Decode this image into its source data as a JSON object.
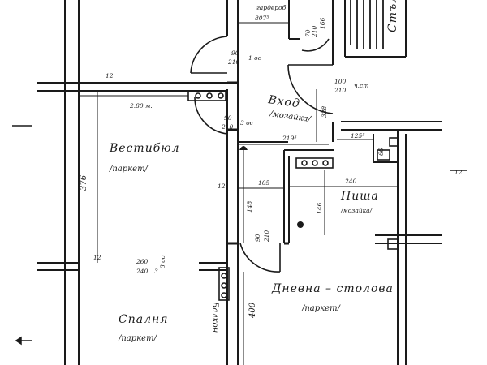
{
  "rooms": {
    "vestibule": {
      "name": "Вестибюл",
      "floor": "/паркет/"
    },
    "bedroom": {
      "name": "Спалня",
      "floor": "/паркет/"
    },
    "living": {
      "name": "Дневна – столова",
      "floor": "/паркет/"
    },
    "entrance": {
      "name": "Вход",
      "floor": "/мозайка/"
    },
    "niche": {
      "name": "Ниша",
      "floor": "/мозайка/"
    },
    "stairs": {
      "name": "Стълби"
    },
    "wardrobe": {
      "name": "гардероб"
    },
    "balcony": {
      "name": "Балкон"
    }
  },
  "dimensions": {
    "d_376": "376",
    "d_280": "2.80 м.",
    "d_12_top": "12",
    "d_12_mid": "12",
    "d_12_low": "12",
    "d_12_right": "12",
    "d_328": "328",
    "d_219": "219⁵",
    "d_125": "125⁵",
    "d_105": "105",
    "d_240": "240",
    "d_148": "148",
    "d_66": "66",
    "d_146": "146",
    "d_400": "400",
    "d_807": "807⁵"
  },
  "openings": {
    "door_upper": {
      "a": "90",
      "b": "210",
      "note": "1 ос"
    },
    "door_mid": {
      "a": "90",
      "b": "210",
      "note": "3 ос"
    },
    "door_living": {
      "a": "90",
      "b": "210"
    },
    "entry_door": {
      "a": "100",
      "b": "210",
      "note": "ч.ст"
    },
    "wardrobe_door": {
      "a": "70",
      "b": "210",
      "c": "166"
    },
    "bedroom_window": {
      "a": "260",
      "b": "240",
      "note": "3 ос",
      "n": "3"
    }
  }
}
